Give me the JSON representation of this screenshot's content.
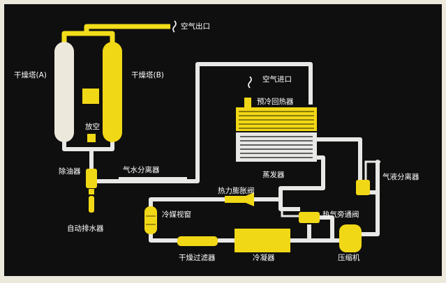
{
  "colors": {
    "background": "#0f0f0f",
    "pipe": "#e8e8e6",
    "refrigerant": "#f3dd1a",
    "component": "#f1d816",
    "label": "#ffffff"
  },
  "labels": {
    "air_outlet": "空气出口",
    "dryer_a": "干燥塔(A)",
    "dryer_b": "干燥塔(B)",
    "vent": "放空",
    "oil_remover": "除油器",
    "auto_drain": "自动排水器",
    "water_separator": "气水分离器",
    "air_inlet": "空气进口",
    "precooler": "预冷回热器",
    "evaporator": "蒸发器",
    "gas_liquid_separator": "气液分离器",
    "expansion_valve": "热力膨胀阀",
    "sight_glass": "冷媒视窗",
    "hot_gas_bypass": "热气旁通阀",
    "filter_dryer": "干燥过滤器",
    "condenser": "冷凝器",
    "compressor": "压缩机"
  },
  "icons": [
    "air-flow-arrow-icon"
  ]
}
